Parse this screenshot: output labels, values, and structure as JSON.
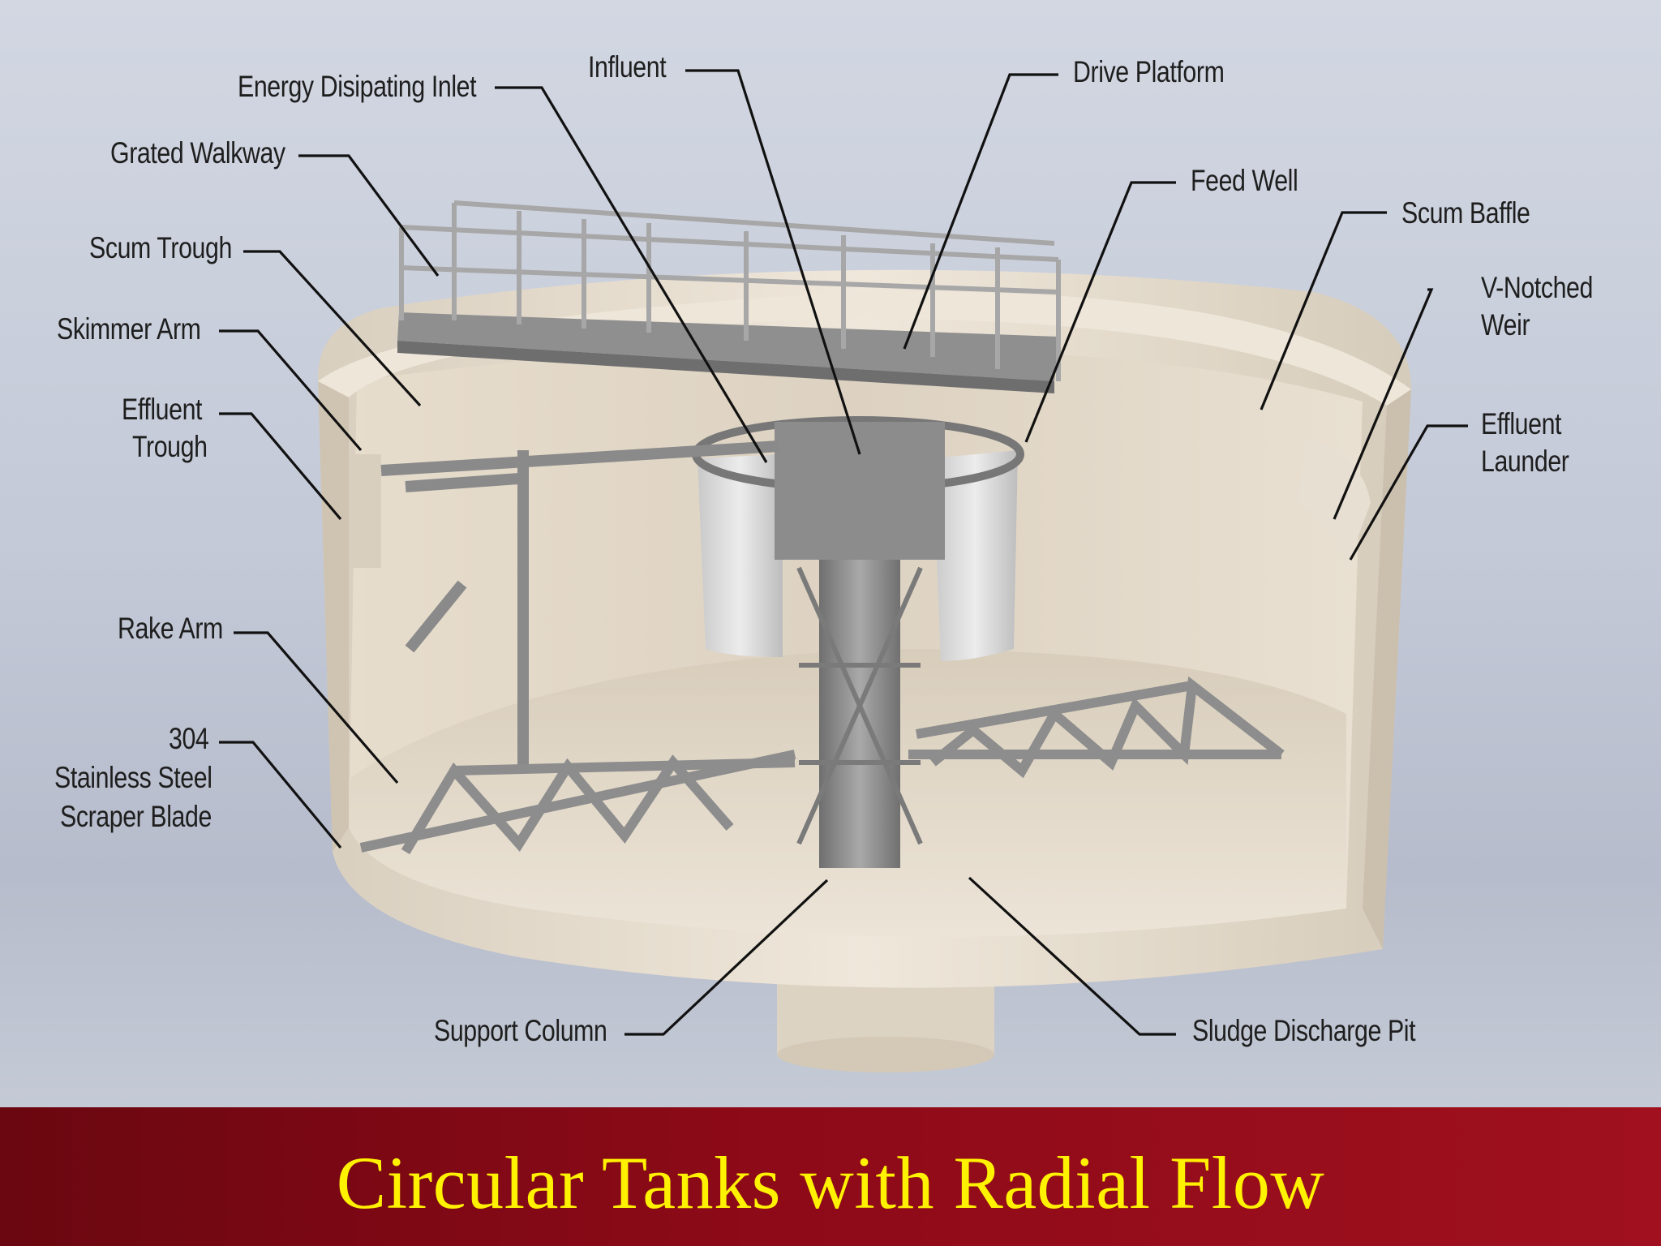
{
  "title": "Circular Tanks with Radial Flow",
  "labels": {
    "energy_dissipating_inlet": "Energy Disipating Inlet",
    "influent": "Influent",
    "drive_platform": "Drive Platform",
    "grated_walkway": "Grated Walkway",
    "feed_well": "Feed Well",
    "scum_baffle": "Scum Baffle",
    "scum_trough": "Scum Trough",
    "v_notched_weir_line1": "V-Notched",
    "v_notched_weir_line2": "Weir",
    "skimmer_arm": "Skimmer Arm",
    "effluent_trough_line1": "Effluent",
    "effluent_trough_line2": "Trough",
    "effluent_launder_line1": "Effluent",
    "effluent_launder_line2": "Launder",
    "rake_arm": "Rake Arm",
    "scraper_blade_line1": "304",
    "scraper_blade_line2": "Stainless Steel",
    "scraper_blade_line3": "Scraper Blade",
    "support_column": "Support Column",
    "sludge_discharge_pit": "Sludge Discharge Pit"
  },
  "colors": {
    "banner": "#8d0a18",
    "title_text": "#fff200",
    "concrete": "#e6dccd",
    "steel": "#8e8e8e"
  }
}
